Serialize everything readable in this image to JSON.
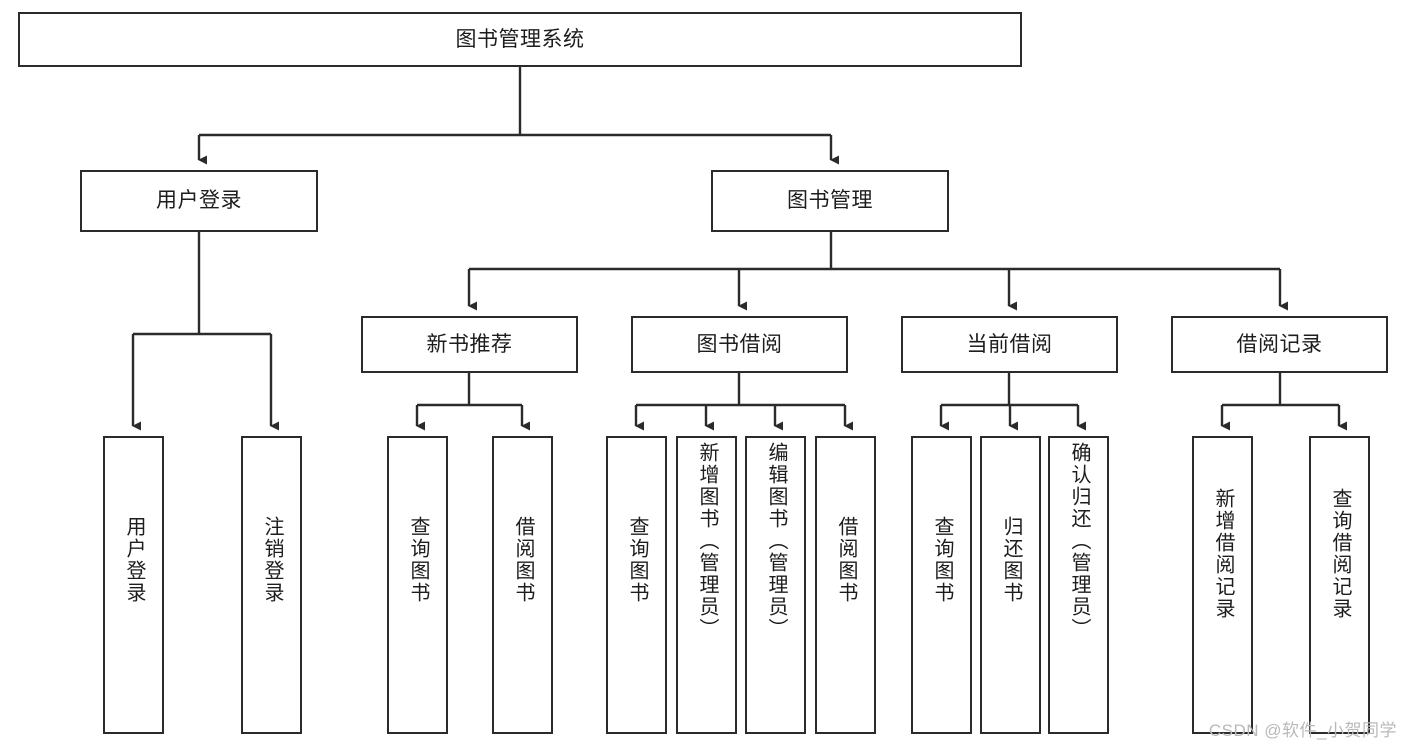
{
  "diagram": {
    "title": "图书管理系统",
    "type": "tree-hierarchy-chart",
    "watermark": "CSDN @软件_小贺同学",
    "colors": {
      "stroke": "#2b2b2b",
      "fill": "#ffffff",
      "text": "#1d1d1d",
      "watermark": "#b9b9b9"
    }
  },
  "nodes": {
    "root": {
      "label": "图书管理系统"
    },
    "level2": [
      {
        "label": "用户登录"
      },
      {
        "label": "图书管理"
      }
    ],
    "level3": [
      {
        "label": "新书推荐"
      },
      {
        "label": "图书借阅"
      },
      {
        "label": "当前借阅"
      },
      {
        "label": "借阅记录"
      }
    ],
    "leaves": {
      "user_login": [
        {
          "label": "用户登录"
        },
        {
          "label": "注销登录"
        }
      ],
      "new_book": [
        {
          "label": "查询图书"
        },
        {
          "label": "借阅图书"
        }
      ],
      "book_borrow": [
        {
          "label": "查询图书"
        },
        {
          "label": "新增图书（管理员）"
        },
        {
          "label": "编辑图书（管理员）"
        },
        {
          "label": "借阅图书"
        }
      ],
      "current_borrow": [
        {
          "label": "查询图书"
        },
        {
          "label": "归还图书"
        },
        {
          "label": "确认归还（管理员）"
        }
      ],
      "borrow_record": [
        {
          "label": "新增借阅记录"
        },
        {
          "label": "查询借阅记录"
        }
      ]
    }
  }
}
